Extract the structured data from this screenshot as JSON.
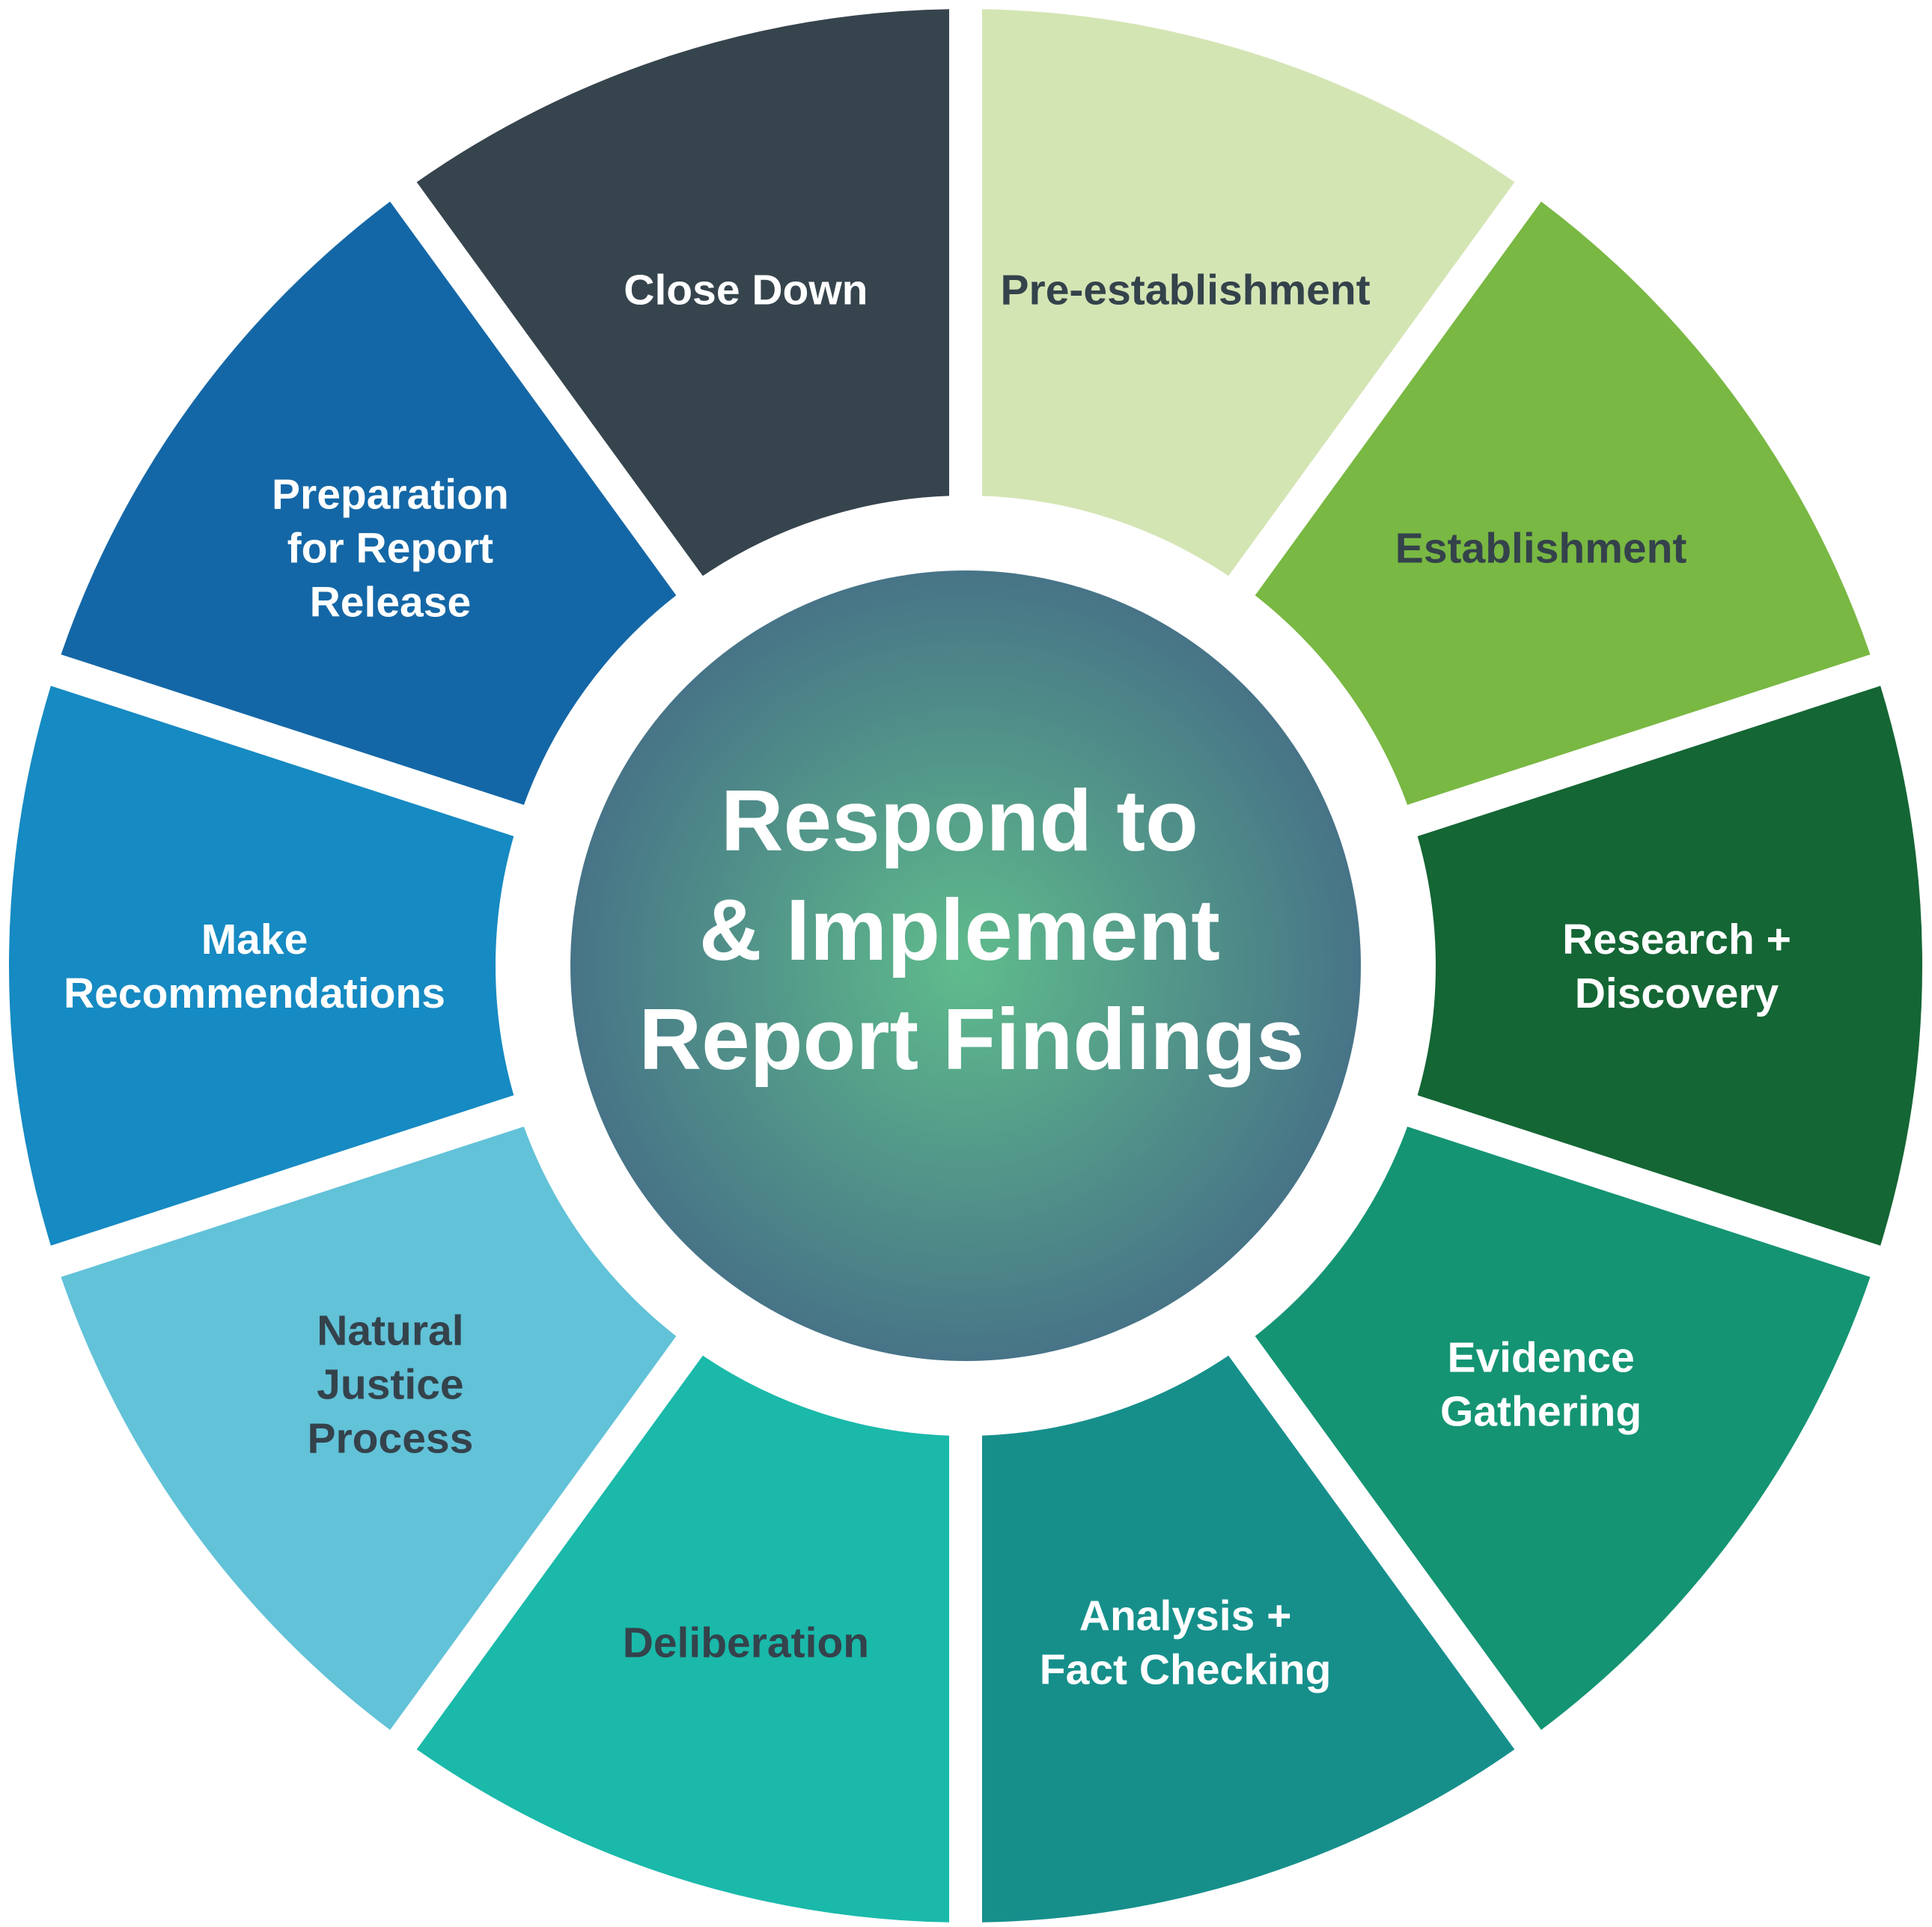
{
  "center": {
    "lines": [
      "Respond to",
      "& Implement",
      "Report Findings"
    ],
    "gradient_inner": "#5fbc8c",
    "gradient_outer": "#477487",
    "text_color": "#ffffff"
  },
  "segments": [
    {
      "name": "pre-establishment",
      "lines": [
        "Pre-establishment"
      ],
      "color": "#d4e5b4",
      "text_color": "#34424b"
    },
    {
      "name": "establishment",
      "lines": [
        "Establishment"
      ],
      "color": "#79b843",
      "text_color": "#34424b"
    },
    {
      "name": "research-discovery",
      "lines": [
        "Research +",
        "Discovery"
      ],
      "color": "#146634",
      "text_color": "#ffffff"
    },
    {
      "name": "evidence-gathering",
      "lines": [
        "Evidence",
        "Gathering"
      ],
      "color": "#149473",
      "text_color": "#ffffff"
    },
    {
      "name": "analysis-fact-checking",
      "lines": [
        "Analysis +",
        "Fact Checking"
      ],
      "color": "#168f8b",
      "text_color": "#ffffff"
    },
    {
      "name": "deliberation",
      "lines": [
        "Deliberation"
      ],
      "color": "#1ab9aa",
      "text_color": "#34424b"
    },
    {
      "name": "natural-justice-process",
      "lines": [
        "Natural",
        "Justice",
        "Process"
      ],
      "color": "#61c2d8",
      "text_color": "#34424b"
    },
    {
      "name": "make-recommendations",
      "lines": [
        "Make",
        "Recommendations"
      ],
      "color": "#168ac2",
      "text_color": "#ffffff"
    },
    {
      "name": "preparation-for-report-release",
      "lines": [
        "Preparation",
        "for Report",
        "Release"
      ],
      "color": "#1467a6",
      "text_color": "#ffffff"
    },
    {
      "name": "close-down",
      "lines": [
        "Close Down"
      ],
      "color": "#36444d",
      "text_color": "#ffffff"
    }
  ]
}
